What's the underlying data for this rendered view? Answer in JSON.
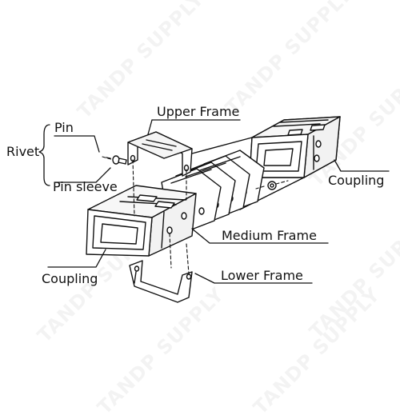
{
  "watermark": "TANDP SUPPLY",
  "labels": {
    "rivet": "Rivet",
    "pin": "Pin",
    "pin_sleeve": "Pin sleeve",
    "upper_frame": "Upper Frame",
    "coupling_right": "Coupling",
    "medium_frame": "Medium Frame",
    "coupling_left": "Coupling",
    "lower_frame": "Lower Frame"
  }
}
